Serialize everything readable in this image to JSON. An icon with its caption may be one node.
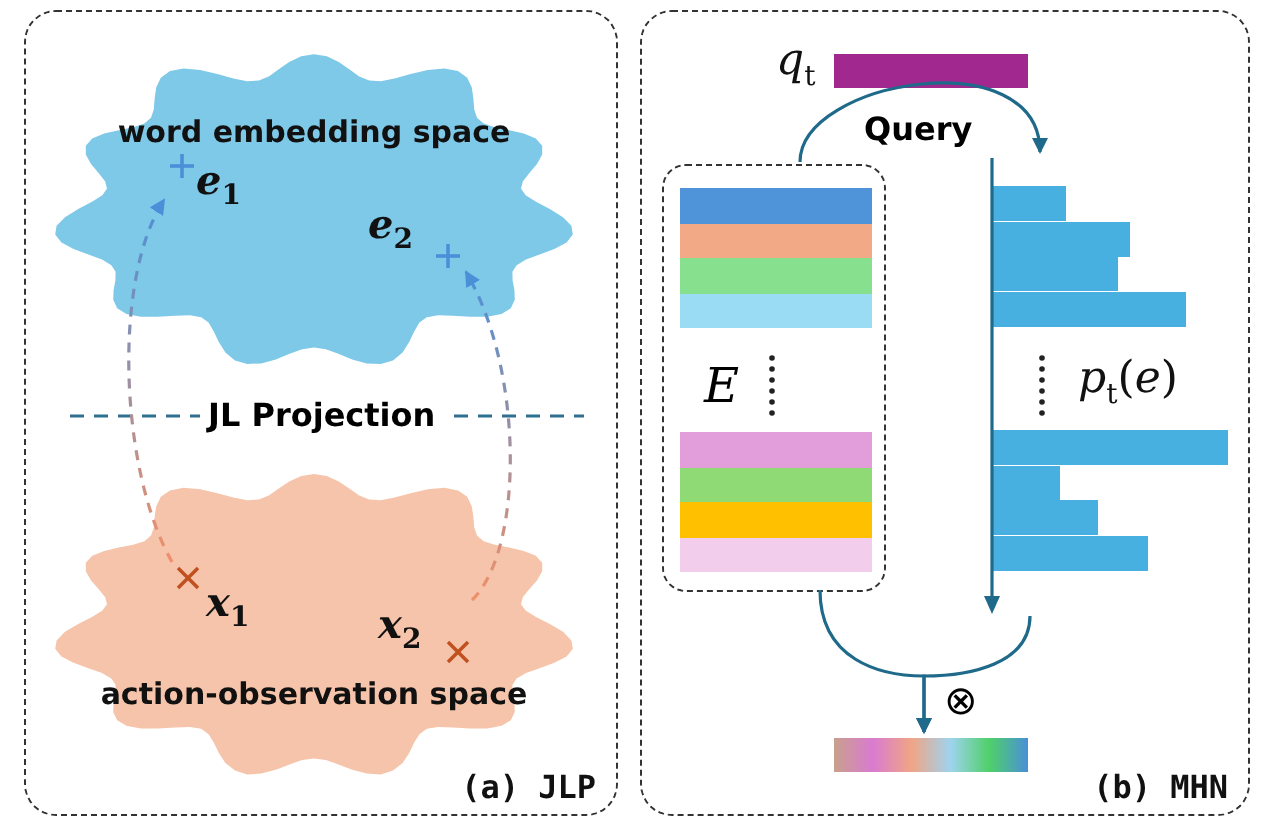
{
  "diagram": {
    "nodes": [
      {
        "text": [
          "(a) JLP"
        ]
      },
      {
        "text": [
          "word embedding space"
        ],
        "in": 0
      },
      {
        "text": [
          "*e*$_{1}$"
        ],
        "in": 1
      },
      {
        "text": [
          "*e*$_{2}$"
        ],
        "in": 1
      },
      {
        "text": [
          "action-observation space"
        ],
        "in": 0
      },
      {
        "text": [
          "*x*$_{1}$"
        ],
        "in": 4
      },
      {
        "text": [
          "*x*$_{2}$"
        ],
        "in": 4
      },
      {
        "text": [
          "(b) MHN"
        ]
      },
      {
        "text": [],
        "shape": "bar",
        "beside": [
          "*q*$_{t}$"
        ],
        "in": 7
      },
      {
        "text": [
          "E"
        ],
        "in": 7
      },
      {
        "text": [
          "*p*$_{t}$(*e*)"
        ],
        "in": 7
      },
      {
        "text": [],
        "shape": "bar",
        "in": 7
      }
    ],
    "edges": [
      {
        "from": 5,
        "to": 2,
        "arrow": "to",
        "style": "dashed"
      },
      {
        "from": 6,
        "to": 3,
        "arrow": "to",
        "style": "dashed"
      },
      {
        "from": 9,
        "to": 10,
        "arrow": "to",
        "label": "Query"
      },
      {
        "from": 9,
        "to": 11,
        "arrow": "to"
      },
      {
        "from": 10,
        "to": 11,
        "arrow": "to"
      }
    ],
    "labels": [
      "JL Projection",
      "⊗"
    ]
  }
}
